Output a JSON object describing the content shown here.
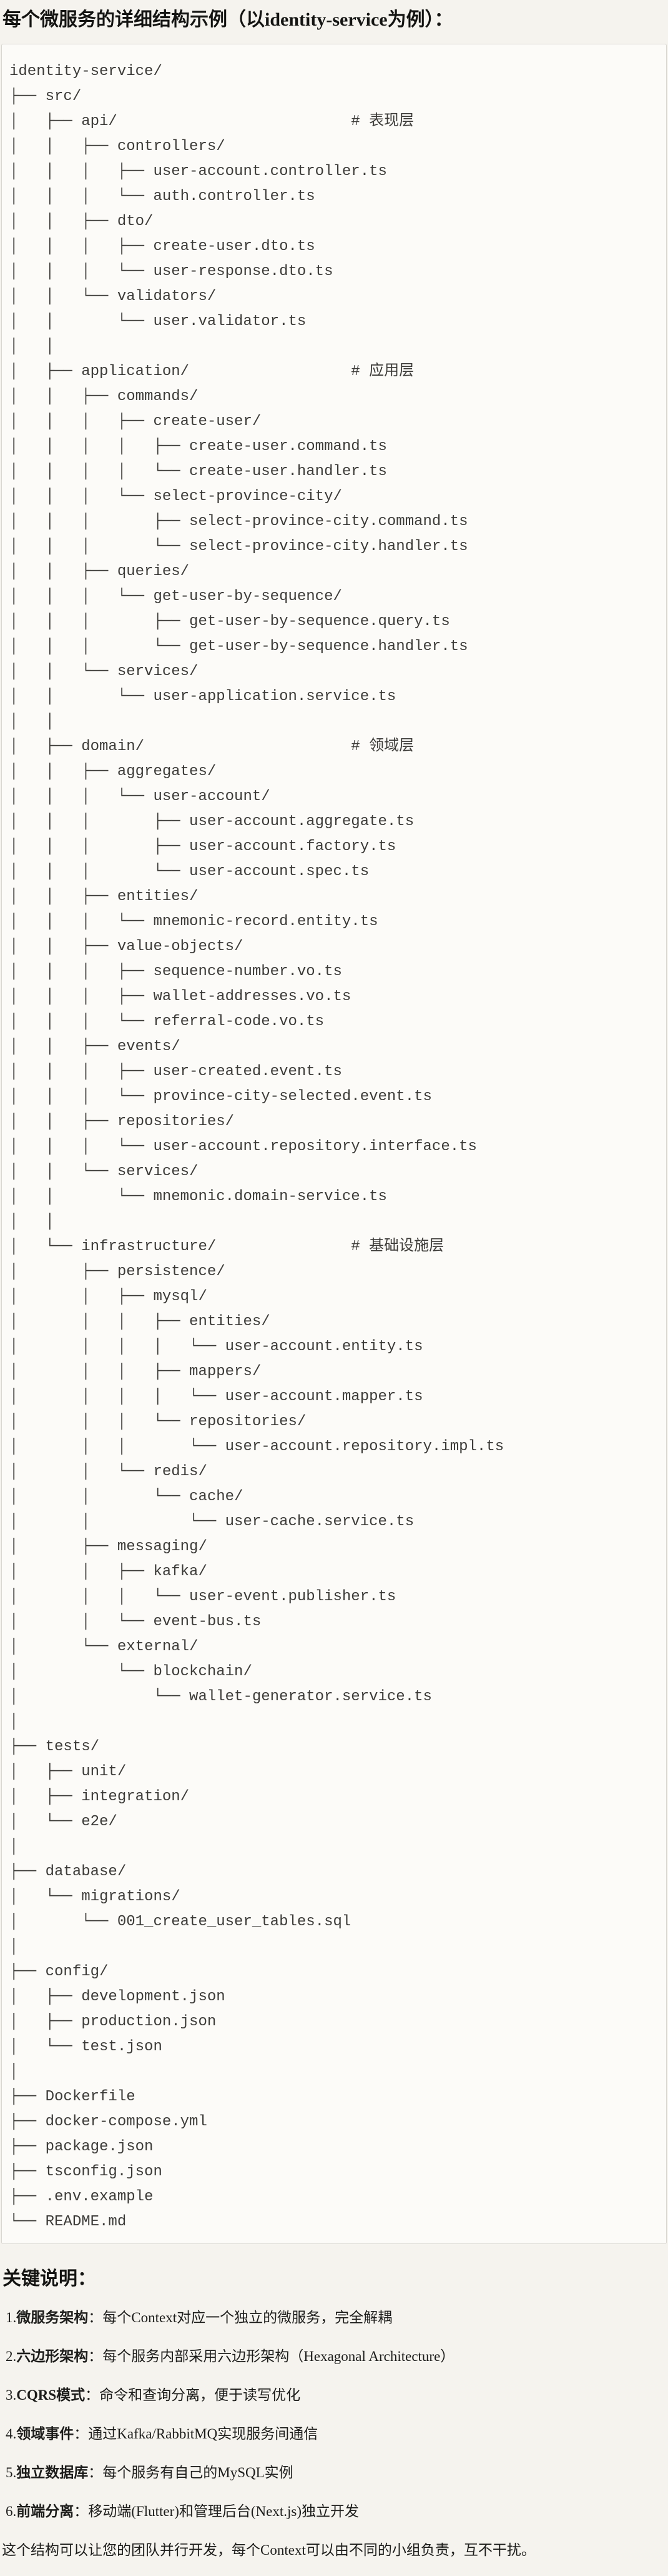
{
  "page": {
    "title": "每个微服务的详细结构示例（以identity-service为例）：",
    "tree_text": "identity-service/\n├── src/\n│   ├── api/                          # 表现层\n│   │   ├── controllers/\n│   │   │   ├── user-account.controller.ts\n│   │   │   └── auth.controller.ts\n│   │   ├── dto/\n│   │   │   ├── create-user.dto.ts\n│   │   │   └── user-response.dto.ts\n│   │   └── validators/\n│   │       └── user.validator.ts\n│   │\n│   ├── application/                  # 应用层\n│   │   ├── commands/\n│   │   │   ├── create-user/\n│   │   │   │   ├── create-user.command.ts\n│   │   │   │   └── create-user.handler.ts\n│   │   │   └── select-province-city/\n│   │   │       ├── select-province-city.command.ts\n│   │   │       └── select-province-city.handler.ts\n│   │   ├── queries/\n│   │   │   └── get-user-by-sequence/\n│   │   │       ├── get-user-by-sequence.query.ts\n│   │   │       └── get-user-by-sequence.handler.ts\n│   │   └── services/\n│   │       └── user-application.service.ts\n│   │\n│   ├── domain/                       # 领域层\n│   │   ├── aggregates/\n│   │   │   └── user-account/\n│   │   │       ├── user-account.aggregate.ts\n│   │   │       ├── user-account.factory.ts\n│   │   │       └── user-account.spec.ts\n│   │   ├── entities/\n│   │   │   └── mnemonic-record.entity.ts\n│   │   ├── value-objects/\n│   │   │   ├── sequence-number.vo.ts\n│   │   │   ├── wallet-addresses.vo.ts\n│   │   │   └── referral-code.vo.ts\n│   │   ├── events/\n│   │   │   ├── user-created.event.ts\n│   │   │   └── province-city-selected.event.ts\n│   │   ├── repositories/\n│   │   │   └── user-account.repository.interface.ts\n│   │   └── services/\n│   │       └── mnemonic.domain-service.ts\n│   │\n│   └── infrastructure/               # 基础设施层\n│       ├── persistence/\n│       │   ├── mysql/\n│       │   │   ├── entities/\n│       │   │   │   └── user-account.entity.ts\n│       │   │   ├── mappers/\n│       │   │   │   └── user-account.mapper.ts\n│       │   │   └── repositories/\n│       │   │       └── user-account.repository.impl.ts\n│       │   └── redis/\n│       │       └── cache/\n│       │           └── user-cache.service.ts\n│       ├── messaging/\n│       │   ├── kafka/\n│       │   │   └── user-event.publisher.ts\n│       │   └── event-bus.ts\n│       └── external/\n│           └── blockchain/\n│               └── wallet-generator.service.ts\n│\n├── tests/\n│   ├── unit/\n│   ├── integration/\n│   └── e2e/\n│\n├── database/\n│   └── migrations/\n│       └── 001_create_user_tables.sql\n│\n├── config/\n│   ├── development.json\n│   ├── production.json\n│   └── test.json\n│\n├── Dockerfile\n├── docker-compose.yml\n├── package.json\n├── tsconfig.json\n├── .env.example\n└── README.md"
  },
  "notes": {
    "heading": "关键说明：",
    "items": [
      {
        "num": "1.",
        "label": "微服务架构",
        "text": "：每个Context对应一个独立的微服务，完全解耦"
      },
      {
        "num": "2.",
        "label": "六边形架构",
        "text": "：每个服务内部采用六边形架构（Hexagonal Architecture）"
      },
      {
        "num": "3.",
        "label": "CQRS模式",
        "text": "：命令和查询分离，便于读写优化"
      },
      {
        "num": "4.",
        "label": "领域事件",
        "text": "：通过Kafka/RabbitMQ实现服务间通信"
      },
      {
        "num": "5.",
        "label": "独立数据库",
        "text": "：每个服务有自己的MySQL实例"
      },
      {
        "num": "6.",
        "label": "前端分离",
        "text": "：移动端(Flutter)和管理后台(Next.js)独立开发"
      }
    ],
    "footer": "这个结构可以让您的团队并行开发，每个Context可以由不同的小组负责，互不干扰。"
  }
}
